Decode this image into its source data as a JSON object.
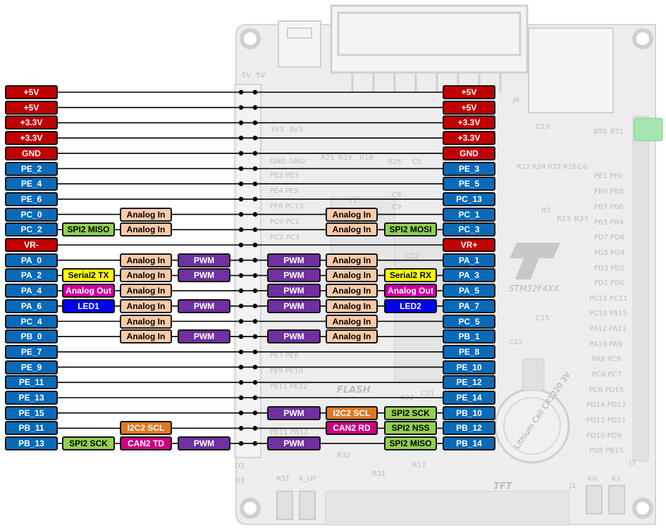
{
  "colors": {
    "power": "#c00000",
    "gpio": "#0a6ab8",
    "analog": "#f8caa8",
    "pwm": "#7030a0",
    "spi": "#92d050",
    "serial": "#ffff00",
    "analog_out": "#cc00a0",
    "led": "#0000ee",
    "i2c": "#e07820",
    "can": "#cc0080",
    "board": "#ededed",
    "board_dark": "#c8c8c8"
  },
  "board": {
    "model": "STM32F4XX",
    "logo": "ST",
    "silkscreen": [
      "5V",
      "5V",
      "3V3",
      "3V3",
      "GND",
      "GND",
      "J6",
      "C19",
      "BT0",
      "BT1",
      "R21",
      "R19",
      "R18",
      "R25",
      "C5",
      "R12",
      "R24",
      "R27",
      "R26",
      "C6",
      "C8",
      "C9",
      "C12",
      "C15",
      "C22",
      "C21",
      "R22",
      "R7",
      "R23",
      "R33",
      "R32",
      "R31",
      "R17",
      "Y2",
      "J3",
      "J1",
      "D2",
      "D3",
      "RST",
      "K_UP",
      "K0",
      "K1",
      "TFT",
      "FLASH",
      "PE2 PE3",
      "PE4 PE5",
      "PE6 PC13",
      "PC0 PC1",
      "PC2 PC3",
      "PE7 PE8",
      "PE9 PE10",
      "PE11 PE12",
      "PB11 PB12",
      "PE1 PE0",
      "PB9 PB8",
      "PB7 PB6",
      "PB5 PB4",
      "PD7 PD6",
      "PD5 PD4",
      "PD3 PD2",
      "PD1 PD0",
      "PC12 PC11",
      "PC10 PA15",
      "PA12 PA11",
      "PA10 PA9",
      "PA8 PC9",
      "PC8 PC7",
      "PC6 PD15",
      "PD14 PD13",
      "PD12 PD11",
      "PD10 PD9",
      "PD8 PB15"
    ],
    "battery": "Lithium Cell CR1220 3V"
  },
  "left_pins": [
    "+5V",
    "+5V",
    "+3.3V",
    "+3.3V",
    "GND",
    "PE_2",
    "PE_4",
    "PE_6",
    "PC_0",
    "PC_2",
    "VR-",
    "PA_0",
    "PA_2",
    "PA_4",
    "PA_6",
    "PC_4",
    "PB_0",
    "PE_7",
    "PE_9",
    "PE_11",
    "PE_13",
    "PE_15",
    "PB_11",
    "PB_13"
  ],
  "right_pins": [
    "+5V",
    "+5V",
    "+3.3V",
    "+3.3V",
    "GND",
    "PE_3",
    "PE_5",
    "PC_13",
    "PC_1",
    "PC_3",
    "VR+",
    "PA_1",
    "PA_3",
    "PA_5",
    "PA_7",
    "PC_5",
    "PB_1",
    "PE_8",
    "PE_10",
    "PE_12",
    "PE_14",
    "PB_10",
    "PB_12",
    "PB_14"
  ],
  "left_functions": [
    {
      "row": 8,
      "col": 2,
      "label": "Analog In",
      "type": "analog"
    },
    {
      "row": 9,
      "col": 1,
      "label": "SPI2 MISO",
      "type": "spi"
    },
    {
      "row": 9,
      "col": 2,
      "label": "Analog In",
      "type": "analog"
    },
    {
      "row": 11,
      "col": 2,
      "label": "Analog In",
      "type": "analog"
    },
    {
      "row": 11,
      "col": 3,
      "label": "PWM",
      "type": "pwm"
    },
    {
      "row": 12,
      "col": 1,
      "label": "Serial2 TX",
      "type": "serial"
    },
    {
      "row": 12,
      "col": 2,
      "label": "Analog In",
      "type": "analog"
    },
    {
      "row": 12,
      "col": 3,
      "label": "PWM",
      "type": "pwm"
    },
    {
      "row": 13,
      "col": 1,
      "label": "Analog Out",
      "type": "analog_out"
    },
    {
      "row": 13,
      "col": 2,
      "label": "Analog In",
      "type": "analog"
    },
    {
      "row": 14,
      "col": 1,
      "label": "LED1",
      "type": "led"
    },
    {
      "row": 14,
      "col": 2,
      "label": "Analog In",
      "type": "analog"
    },
    {
      "row": 14,
      "col": 3,
      "label": "PWM",
      "type": "pwm"
    },
    {
      "row": 15,
      "col": 2,
      "label": "Analog In",
      "type": "analog"
    },
    {
      "row": 16,
      "col": 2,
      "label": "Analog In",
      "type": "analog"
    },
    {
      "row": 16,
      "col": 3,
      "label": "PWM",
      "type": "pwm"
    },
    {
      "row": 22,
      "col": 2,
      "label": "I2C2 SCL",
      "type": "i2c"
    },
    {
      "row": 23,
      "col": 1,
      "label": "SPI2 SCK",
      "type": "spi"
    },
    {
      "row": 23,
      "col": 2,
      "label": "CAN2 TD",
      "type": "can"
    },
    {
      "row": 23,
      "col": 3,
      "label": "PWM",
      "type": "pwm"
    }
  ],
  "right_functions": [
    {
      "row": 8,
      "col": 2,
      "label": "Analog In",
      "type": "analog"
    },
    {
      "row": 9,
      "col": 2,
      "label": "Analog In",
      "type": "analog"
    },
    {
      "row": 9,
      "col": 1,
      "label": "SPI2 MOSI",
      "type": "spi"
    },
    {
      "row": 11,
      "col": 3,
      "label": "PWM",
      "type": "pwm"
    },
    {
      "row": 11,
      "col": 2,
      "label": "Analog In",
      "type": "analog"
    },
    {
      "row": 12,
      "col": 3,
      "label": "PWM",
      "type": "pwm"
    },
    {
      "row": 12,
      "col": 2,
      "label": "Analog In",
      "type": "analog"
    },
    {
      "row": 12,
      "col": 1,
      "label": "Serial2 RX",
      "type": "serial"
    },
    {
      "row": 13,
      "col": 3,
      "label": "PWM",
      "type": "pwm"
    },
    {
      "row": 13,
      "col": 2,
      "label": "Analog In",
      "type": "analog"
    },
    {
      "row": 13,
      "col": 1,
      "label": "Analog Out",
      "type": "analog_out"
    },
    {
      "row": 14,
      "col": 3,
      "label": "PWM",
      "type": "pwm"
    },
    {
      "row": 14,
      "col": 2,
      "label": "Analog In",
      "type": "analog"
    },
    {
      "row": 14,
      "col": 1,
      "label": "LED2",
      "type": "led"
    },
    {
      "row": 15,
      "col": 2,
      "label": "Analog In",
      "type": "analog"
    },
    {
      "row": 16,
      "col": 3,
      "label": "PWM",
      "type": "pwm"
    },
    {
      "row": 16,
      "col": 2,
      "label": "Analog In",
      "type": "analog"
    },
    {
      "row": 21,
      "col": 3,
      "label": "PWM",
      "type": "pwm"
    },
    {
      "row": 21,
      "col": 2,
      "label": "I2C2 SCL",
      "type": "i2c"
    },
    {
      "row": 21,
      "col": 1,
      "label": "SPI2 SCK",
      "type": "spi"
    },
    {
      "row": 22,
      "col": 2,
      "label": "CAN2 RD",
      "type": "can"
    },
    {
      "row": 22,
      "col": 1,
      "label": "SPI2 NSS",
      "type": "spi"
    },
    {
      "row": 23,
      "col": 3,
      "label": "PWM",
      "type": "pwm"
    },
    {
      "row": 23,
      "col": 1,
      "label": "SPI2 MISO",
      "type": "spi"
    }
  ]
}
